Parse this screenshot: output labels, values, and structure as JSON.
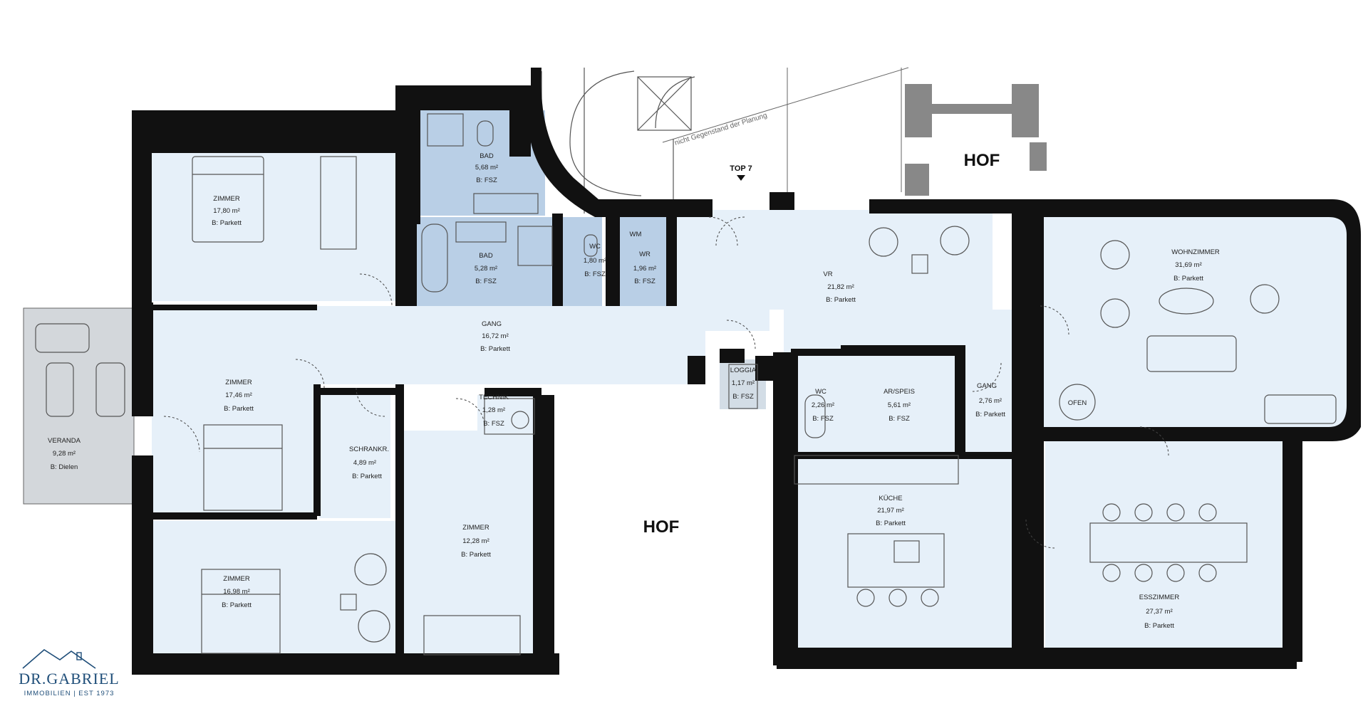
{
  "colors": {
    "room_fill": "#e6f0f9",
    "bath_fill": "#b9cfe6",
    "wall": "#111111",
    "veranda_fill": "#d3d7db",
    "logo": "#1f4e79"
  },
  "outside": {
    "hof_top": "HOF",
    "hof_center": "HOF",
    "top_label": "TOP 7",
    "annotation": "nicht Gegenstand der Planung"
  },
  "rooms": {
    "zimmer1": {
      "name": "ZIMMER",
      "area": "17,80 m²",
      "floor": "B: Parkett"
    },
    "bad1": {
      "name": "BAD",
      "area": "5,68 m²",
      "floor": "B: FSZ"
    },
    "bad2": {
      "name": "BAD",
      "area": "5,28 m²",
      "floor": "B: FSZ"
    },
    "wc1": {
      "name": "WC",
      "area": "1,80 m²",
      "floor": "B: FSZ"
    },
    "wr": {
      "name": "WR",
      "area": "1,96 m²",
      "floor": "B: FSZ",
      "wm": "WM"
    },
    "vr": {
      "name": "VR",
      "area": "21,82 m²",
      "floor": "B: Parkett"
    },
    "wohnzimmer": {
      "name": "WOHNZIMMER",
      "area": "31,69 m²",
      "floor": "B: Parkett",
      "ofen": "OFEN"
    },
    "veranda": {
      "name": "VERANDA",
      "area": "9,28 m²",
      "floor": "B: Dielen"
    },
    "zimmer2": {
      "name": "ZIMMER",
      "area": "17,46 m²",
      "floor": "B: Parkett"
    },
    "gang1": {
      "name": "GANG",
      "area": "16,72 m²",
      "floor": "B: Parkett"
    },
    "loggia": {
      "name": "LOGGIA",
      "area": "1,17 m²",
      "floor": "B: FSZ"
    },
    "wc2": {
      "name": "WC",
      "area": "2,26 m²",
      "floor": "B: FSZ"
    },
    "ar": {
      "name": "AR/SPEIS",
      "area": "5,61 m²",
      "floor": "B: FSZ"
    },
    "gang2": {
      "name": "GANG",
      "area": "2,76 m²",
      "floor": "B: Parkett"
    },
    "technik": {
      "name": "TECHNIK",
      "area": "1,28 m²",
      "floor": "B: FSZ"
    },
    "schrank": {
      "name": "SCHRANKR.",
      "area": "4,89 m²",
      "floor": "B: Parkett"
    },
    "zimmer3": {
      "name": "ZIMMER",
      "area": "12,28 m²",
      "floor": "B: Parkett"
    },
    "kueche": {
      "name": "KÜCHE",
      "area": "21,97 m²",
      "floor": "B: Parkett"
    },
    "esszimmer": {
      "name": "ESSZIMMER",
      "area": "27,37 m²",
      "floor": "B: Parkett"
    },
    "zimmer4": {
      "name": "ZIMMER",
      "area": "16,98 m²",
      "floor": "B: Parkett"
    }
  },
  "logo": {
    "name": "DR.GABRIEL",
    "subtitle": "IMMOBILIEN | EST 1973"
  }
}
